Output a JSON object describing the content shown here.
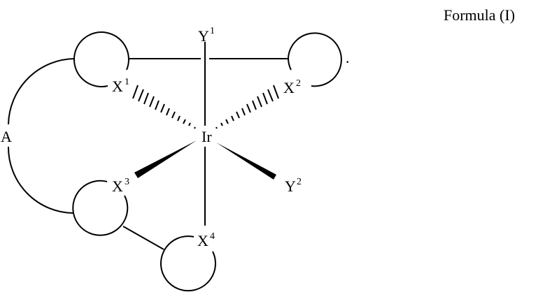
{
  "title": "Formula (I)",
  "center_atom": "Ir",
  "bridge_label": "A",
  "trailing_punctuation": ".",
  "ligand_atoms": {
    "x1": {
      "base": "X",
      "sup": "1"
    },
    "x2": {
      "base": "X",
      "sup": "2"
    },
    "x3": {
      "base": "X",
      "sup": "3"
    },
    "x4": {
      "base": "X",
      "sup": "4"
    },
    "y1": {
      "base": "Y",
      "sup": "1"
    },
    "y2": {
      "base": "Y",
      "sup": "2"
    }
  },
  "bonds": [
    {
      "from": "Ir",
      "to": "X1",
      "style": "hashed-wedge"
    },
    {
      "from": "Ir",
      "to": "X2",
      "style": "hashed-wedge"
    },
    {
      "from": "Ir",
      "to": "X3",
      "style": "solid-wedge"
    },
    {
      "from": "Ir",
      "to": "Y2",
      "style": "solid-wedge"
    },
    {
      "from": "Ir",
      "to": "Y1",
      "style": "line"
    },
    {
      "from": "Ir",
      "to": "X4",
      "style": "line"
    }
  ],
  "rings": [
    "ring-1",
    "ring-2",
    "ring-3",
    "ring-4"
  ]
}
